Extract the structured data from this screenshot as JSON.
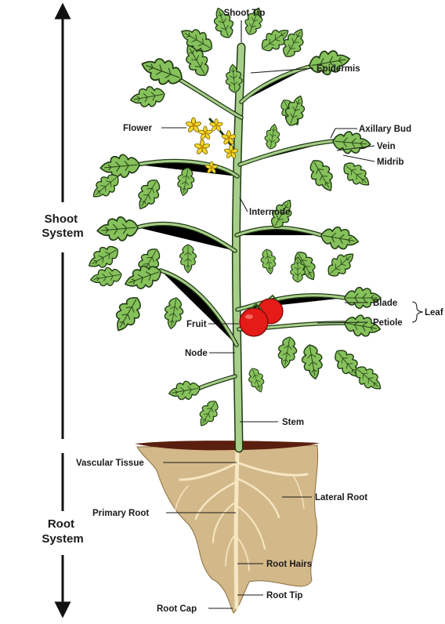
{
  "systems": {
    "shoot": [
      "Shoot",
      "System"
    ],
    "root": [
      "Root",
      "System"
    ]
  },
  "labels": {
    "shoot_tip": "Shoot Tip",
    "epidermis": "Epidermis",
    "flower": "Flower",
    "axillary_bud": "Axillary Bud",
    "vein": "Vein",
    "midrib": "Midrib",
    "internode": "Internode",
    "blade": "Blade",
    "leaf": "Leaf",
    "petiole": "Petiole",
    "fruit": "Fruit",
    "node": "Node",
    "stem": "Stem",
    "vascular_tissue": "Vascular Tissue",
    "lateral_root": "Lateral Root",
    "primary_root": "Primary Root",
    "root_hairs": "Root Hairs",
    "root_tip": "Root Tip",
    "root_cap": "Root Cap"
  },
  "colors": {
    "leaf": "#86c15c",
    "stem": "#a8cf8a",
    "fruit": "#e41b17",
    "flower": "#f4d52a",
    "soil_surface": "#5a1f0f",
    "soil": "#d3b98a",
    "root": "#f6e7c3"
  }
}
